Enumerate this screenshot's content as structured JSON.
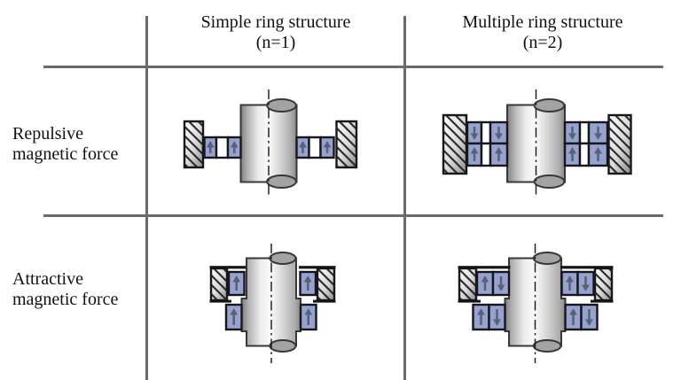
{
  "figure": {
    "columns": [
      {
        "title_line1": "Simple ring structure",
        "title_line2": "(n=1)"
      },
      {
        "title_line1": "Multiple ring structure",
        "title_line2": "(n=2)"
      }
    ],
    "rows": [
      {
        "label_line1": "Repulsive",
        "label_line2": "magnetic force"
      },
      {
        "label_line1": "Attractive",
        "label_line2": "magnetic force"
      }
    ],
    "diagrams": {
      "repulsive_simple": {
        "name": "repulsive-simple-ring",
        "magnet_row_arrows": [
          "up"
        ]
      },
      "repulsive_multiple": {
        "name": "repulsive-multiple-ring",
        "magnet_row_arrows": [
          "down",
          "up"
        ]
      },
      "attractive_simple": {
        "name": "attractive-simple-ring",
        "magnet_pair_arrows": [
          "up"
        ]
      },
      "attractive_multiple": {
        "name": "attractive-multiple-ring",
        "magnet_pair_arrows": [
          "up",
          "down"
        ]
      }
    },
    "colors": {
      "magnet_fill": "#97a3cf",
      "arrow": "#576279",
      "grid_line": "#6a6a6a",
      "outline": "#16161c",
      "text": "#111111"
    }
  }
}
